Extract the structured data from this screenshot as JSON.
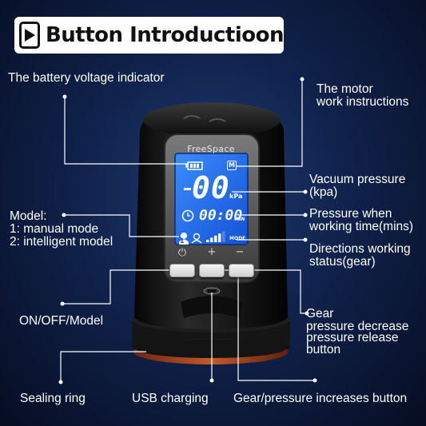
{
  "banner": {
    "title": "Button Introductioon",
    "icon": "play-icon"
  },
  "labels": {
    "battery": "The battery voltage indicator",
    "motor_line1": "The motor",
    "motor_line2": "work instructions",
    "vacuum_line1": "Vacuum pressure",
    "vacuum_line2": "(kpa)",
    "model_line1": "Model:",
    "model_line2": "1: manual mode",
    "model_line3": "2: intelligent model",
    "pressure_line1": "Pressure when",
    "pressure_line2": "working time(mins)",
    "directions_line1": "Directions working",
    "directions_line2": "status(gear)",
    "onoff": "ON/OFF/Model",
    "gear_line1": "Gear",
    "gear_line2": "pressure decrease",
    "gear_line3": "pressure release",
    "gear_line4": "button",
    "sealing": "Sealing ring",
    "usb": "USB charging",
    "gear_increase": "Gear/pressure increases button"
  },
  "display": {
    "brand": "FreeSpace",
    "pressure_value": "00",
    "pressure_unit": "kPa",
    "time_value": "00:00",
    "time_unit": "MIN",
    "mode_label": "MODE",
    "motor_badge": "M",
    "mode_number": "1",
    "gear_level": 0.8
  },
  "keys": {
    "power": "⏻",
    "plus": "+",
    "minus": "−"
  },
  "colors": {
    "lcd": "#1f6cf0",
    "banner": "#ffffff",
    "leader": "#ffffff",
    "seal": "#b24a22"
  }
}
